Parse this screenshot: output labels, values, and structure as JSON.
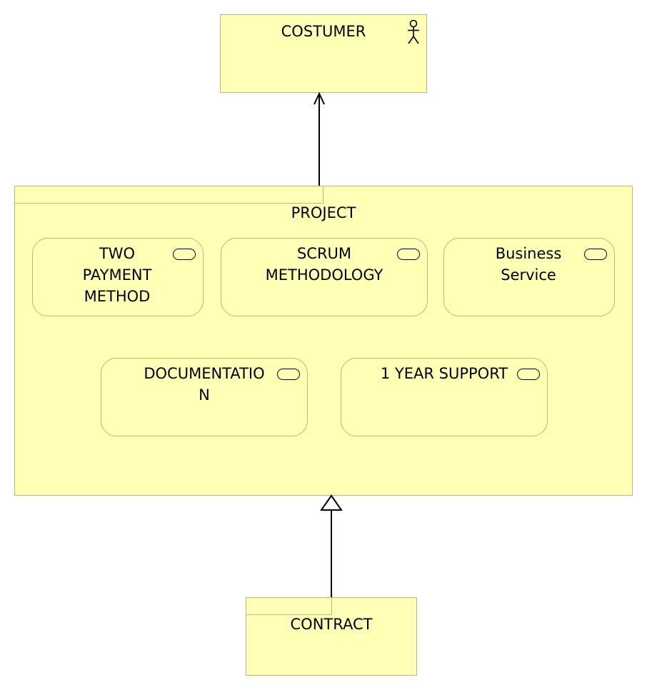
{
  "diagram": {
    "actor": {
      "label": "COSTUMER",
      "icon": "actor-icon"
    },
    "product": {
      "label": "PROJECT"
    },
    "services": [
      {
        "label": "TWO\nPAYMENT\nMETHOD",
        "icon": "business-service-icon"
      },
      {
        "label": "SCRUM\nMETHODOLOGY",
        "icon": "business-service-icon"
      },
      {
        "label": "Business\nService",
        "icon": "business-service-icon"
      },
      {
        "label": "DOCUMENTATIO\nN",
        "icon": "business-service-icon"
      },
      {
        "label": "1 YEAR SUPPORT",
        "icon": "business-service-icon"
      }
    ],
    "contract": {
      "label": "CONTRACT"
    },
    "relations": [
      {
        "from": "PROJECT",
        "to": "COSTUMER",
        "type": "serving"
      },
      {
        "from": "CONTRACT",
        "to": "PROJECT",
        "type": "specialization"
      }
    ],
    "colors": {
      "fill": "#ffffb5",
      "border": "#b8b87a",
      "line": "#000000"
    }
  }
}
